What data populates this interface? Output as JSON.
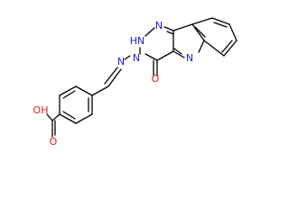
{
  "colors": {
    "nitrogen": "#1e1ed2",
    "oxygen": "#e01b1b",
    "bond": "#000000",
    "background": "#ffffff"
  },
  "atoms": {
    "n_triazine_top": "N",
    "nh_triazine": "HN",
    "n3": "N",
    "n_imine": "N",
    "n_indole": "N",
    "o_carbonyl": "O",
    "oh_acid": "OH",
    "o_acid": "O"
  }
}
